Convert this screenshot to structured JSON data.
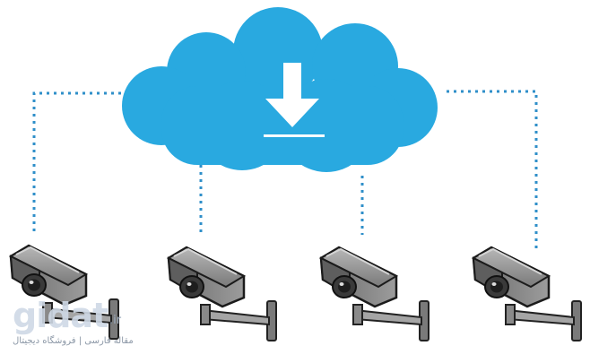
{
  "diagram": {
    "cloud_color": "#29a9e0",
    "connector_color": "#2f8fc9",
    "camera_body_color": "#8e8e8e",
    "cloud_icon": "download-arrow-icon",
    "camera_icon": "cctv-camera-icon",
    "camera_count": 4
  },
  "watermark": {
    "logo": "gidat",
    "tld": ".ir",
    "tagline": "مقاله فارسی | فروشگاه دیجیتال"
  }
}
